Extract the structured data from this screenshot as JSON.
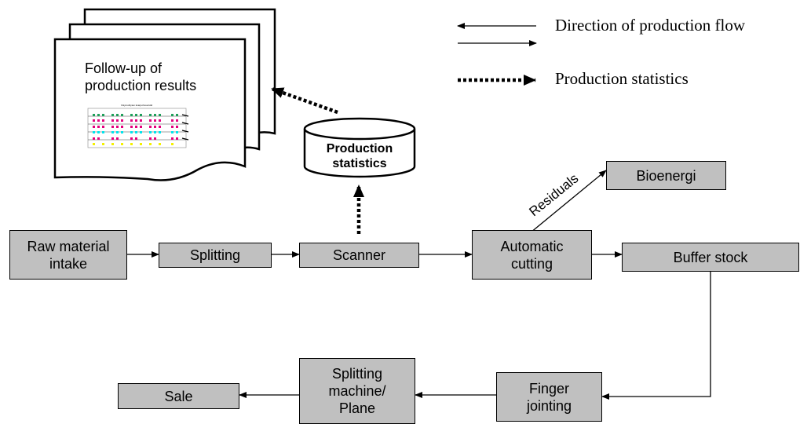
{
  "legend": {
    "direction_label": "Direction of production flow",
    "statistics_label": "Production statistics"
  },
  "document": {
    "title": "Follow-up of\nproduction results",
    "thumbnail_title": "Volymutbyten kvarjor/resurstid",
    "thumbnail_colors": [
      "#1f9e5a",
      "#e4007c",
      "#00e5ee",
      "#f3f000"
    ]
  },
  "database": {
    "label": "Production\nstatistics"
  },
  "nodes": {
    "raw_material": "Raw material\nintake",
    "splitting": "Splitting",
    "scanner": "Scanner",
    "automatic_cutting": "Automatic\ncutting",
    "buffer_stock": "Buffer stock",
    "bioenergi": "Bioenergi",
    "finger_jointing": "Finger\njointing",
    "splitting_machine": "Splitting\nmachine/\nPlane",
    "sale": "Sale"
  },
  "edges": {
    "residuals_label": "Residuals"
  },
  "colors": {
    "box_fill": "#c0c0c0",
    "line": "#000000"
  }
}
